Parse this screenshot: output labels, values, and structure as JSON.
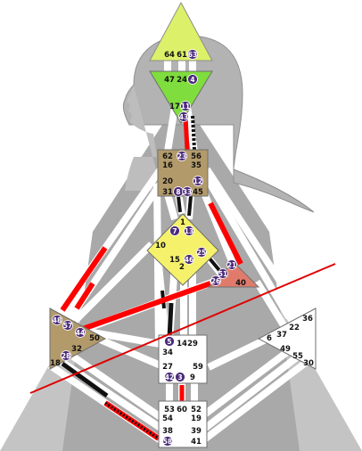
{
  "colors": {
    "background": "#ffffff",
    "aura": "#c4c4c4",
    "silhouette": "#b0b0b0",
    "channel_active": "#ff0000",
    "channel_dark": "#111111",
    "activation_circle": "#4b2a7b",
    "head": "#ddf06a",
    "ajna": "#7fdd3e",
    "defined_brown": "#b29a6b",
    "identity": "#f5f16a",
    "heart": "#e07b6b",
    "undefined": "#ffffff",
    "transit_line": "#e00000"
  },
  "head": {
    "gates": [
      {
        "num": "64",
        "active": false
      },
      {
        "num": "61",
        "active": false
      },
      {
        "num": "63",
        "active": true
      }
    ]
  },
  "ajna": {
    "gates": [
      {
        "num": "47",
        "active": false
      },
      {
        "num": "24",
        "active": false
      },
      {
        "num": "4",
        "active": true
      },
      {
        "num": "17",
        "active": false
      },
      {
        "num": "11",
        "active": true
      },
      {
        "num": "43",
        "active": true
      }
    ]
  },
  "throat": {
    "gates": [
      {
        "num": "62",
        "active": false
      },
      {
        "num": "23",
        "active": true
      },
      {
        "num": "56",
        "active": false
      },
      {
        "num": "16",
        "active": false
      },
      {
        "num": "35",
        "active": false
      },
      {
        "num": "20",
        "active": false
      },
      {
        "num": "12",
        "active": true
      },
      {
        "num": "31",
        "active": false
      },
      {
        "num": "8",
        "active": true
      },
      {
        "num": "33",
        "active": true
      },
      {
        "num": "45",
        "active": false
      }
    ]
  },
  "g_center": {
    "gates": [
      {
        "num": "1",
        "active": false
      },
      {
        "num": "7",
        "active": true
      },
      {
        "num": "13",
        "active": true
      },
      {
        "num": "10",
        "active": false
      },
      {
        "num": "25",
        "active": true
      },
      {
        "num": "15",
        "active": false
      },
      {
        "num": "46",
        "active": true
      },
      {
        "num": "2",
        "active": false
      }
    ]
  },
  "heart": {
    "gates": [
      {
        "num": "21",
        "active": true
      },
      {
        "num": "51",
        "active": true
      },
      {
        "num": "26",
        "active": true
      },
      {
        "num": "40",
        "active": false
      }
    ]
  },
  "spleen": {
    "gates": [
      {
        "num": "48",
        "active": true
      },
      {
        "num": "57",
        "active": true
      },
      {
        "num": "44",
        "active": true
      },
      {
        "num": "50",
        "active": false
      },
      {
        "num": "32",
        "active": false
      },
      {
        "num": "28",
        "active": true
      },
      {
        "num": "18",
        "active": false
      }
    ]
  },
  "solar_plexus": {
    "gates": [
      {
        "num": "36",
        "active": false
      },
      {
        "num": "22",
        "active": false
      },
      {
        "num": "37",
        "active": false
      },
      {
        "num": "6",
        "active": false
      },
      {
        "num": "49",
        "active": false
      },
      {
        "num": "55",
        "active": false
      },
      {
        "num": "30",
        "active": false
      }
    ]
  },
  "sacral": {
    "gates": [
      {
        "num": "5",
        "active": true
      },
      {
        "num": "14",
        "active": false
      },
      {
        "num": "29",
        "active": false
      },
      {
        "num": "34",
        "active": false
      },
      {
        "num": "27",
        "active": false
      },
      {
        "num": "59",
        "active": false
      },
      {
        "num": "42",
        "active": true
      },
      {
        "num": "3",
        "active": true
      },
      {
        "num": "9",
        "active": false
      }
    ]
  },
  "root": {
    "gates": [
      {
        "num": "53",
        "active": false
      },
      {
        "num": "60",
        "active": false
      },
      {
        "num": "52",
        "active": false
      },
      {
        "num": "54",
        "active": false
      },
      {
        "num": "19",
        "active": false
      },
      {
        "num": "38",
        "active": false
      },
      {
        "num": "39",
        "active": false
      },
      {
        "num": "58",
        "active": true
      },
      {
        "num": "41",
        "active": false
      }
    ]
  }
}
